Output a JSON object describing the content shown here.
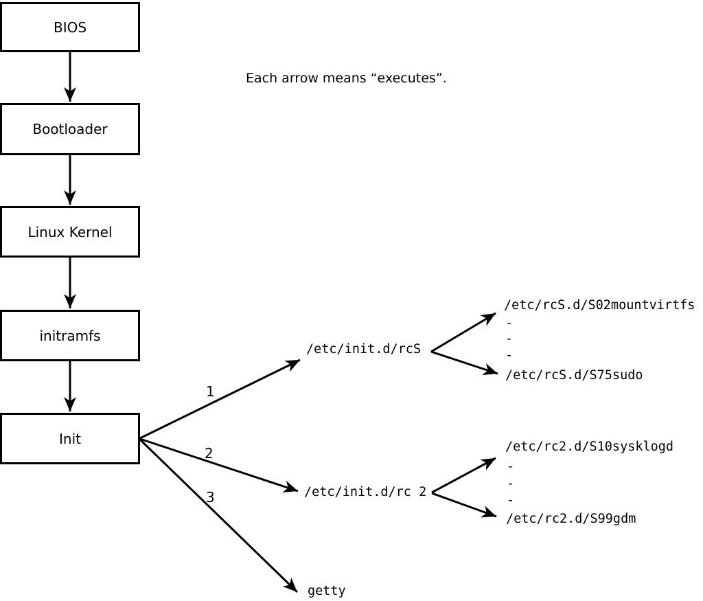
{
  "note": "Each arrow means “executes”.",
  "chain": [
    "BIOS",
    "Bootloader",
    "Linux Kernel",
    "initramfs",
    "Init"
  ],
  "branches": [
    {
      "number": "1",
      "target": "/etc/init.d/rcS",
      "children": [
        "/etc/rcS.d/S02mountvirtfs",
        "-",
        "-",
        "-",
        "/etc/rcS.d/S75sudo"
      ]
    },
    {
      "number": "2",
      "target": "/etc/init.d/rc 2",
      "children": [
        "/etc/rc2.d/S10sysklogd",
        "-",
        "-",
        "-",
        "/etc/rc2.d/S99gdm"
      ]
    },
    {
      "number": "3",
      "target": "getty",
      "children": []
    }
  ],
  "colors": {
    "line": "#000000",
    "background": "#ffffff",
    "box_fill": "#ffffff"
  }
}
